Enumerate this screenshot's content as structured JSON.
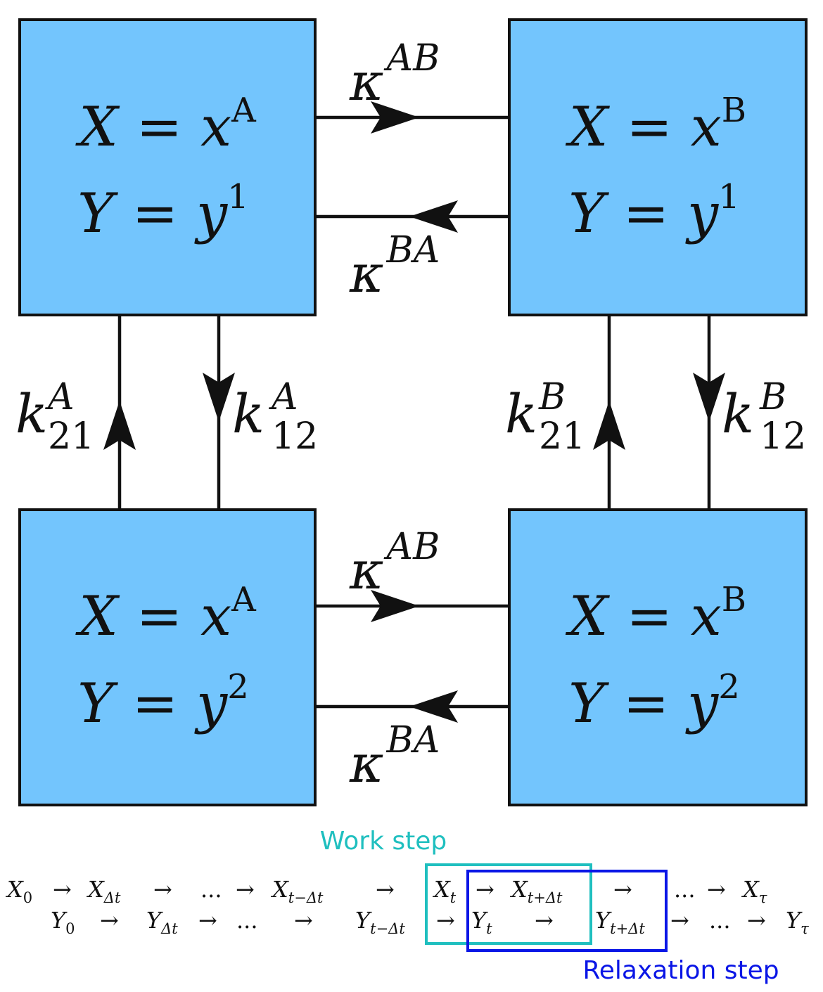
{
  "colors": {
    "state_fill": "#73c5fd",
    "stroke": "#111111",
    "work_step": "#1fbfbf",
    "relaxation_step": "#0a16e6"
  },
  "states": [
    {
      "id": "A1",
      "x_var": "X",
      "x_val": "x",
      "x_sup": "A",
      "y_var": "Y",
      "y_val": "y",
      "y_sup": "1"
    },
    {
      "id": "B1",
      "x_var": "X",
      "x_val": "x",
      "x_sup": "B",
      "y_var": "Y",
      "y_val": "y",
      "y_sup": "1"
    },
    {
      "id": "A2",
      "x_var": "X",
      "x_val": "x",
      "x_sup": "A",
      "y_var": "Y",
      "y_val": "y",
      "y_sup": "2"
    },
    {
      "id": "B2",
      "x_var": "X",
      "x_val": "x",
      "x_sup": "B",
      "y_var": "Y",
      "y_val": "y",
      "y_sup": "2"
    }
  ],
  "rates": {
    "kappa_symbol": "κ",
    "kappa_ab": "AB",
    "kappa_ba": "BA",
    "k_symbol": "k",
    "kA21_sup": "A",
    "kA21_sub": "21",
    "kA12_sup": "A",
    "kA12_sub": "12",
    "kB21_sup": "B",
    "kB21_sub": "21",
    "kB12_sup": "B",
    "kB12_sub": "12"
  },
  "sequence": {
    "x_row": [
      {
        "base": "X",
        "sub": "0"
      },
      {
        "base": "X",
        "sub": "Δt"
      },
      {
        "text": "..."
      },
      {
        "base": "X",
        "sub": "t−Δt"
      },
      {
        "base": "X",
        "sub": "t"
      },
      {
        "base": "X",
        "sub": "t+Δt"
      },
      {
        "text": "..."
      },
      {
        "base": "X",
        "sub": "τ"
      }
    ],
    "y_row": [
      {
        "base": "Y",
        "sub": "0"
      },
      {
        "base": "Y",
        "sub": "Δt"
      },
      {
        "text": "..."
      },
      {
        "base": "Y",
        "sub": "t−Δt"
      },
      {
        "base": "Y",
        "sub": "t"
      },
      {
        "base": "Y",
        "sub": "t+Δt"
      },
      {
        "text": "..."
      },
      {
        "base": "Y",
        "sub": "τ"
      }
    ],
    "arrow": "→",
    "work_step_label": "Work step",
    "relaxation_step_label": "Relaxation step"
  }
}
